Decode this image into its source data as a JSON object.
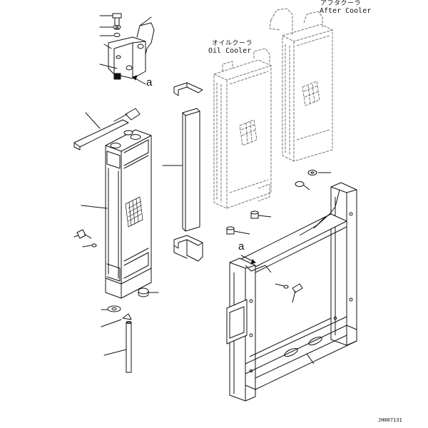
{
  "labels": {
    "after_cooler_jp": "アフタクーラ",
    "after_cooler_en": "After Cooler",
    "oil_cooler_jp": "オイルクーラ",
    "oil_cooler_en": "Oil Cooler",
    "ref_a_top": "a",
    "ref_a_frame": "a",
    "drawing_code": "JH007131"
  },
  "colors": {
    "line": "#111111",
    "ghost": "#555555",
    "background": "#ffffff"
  }
}
